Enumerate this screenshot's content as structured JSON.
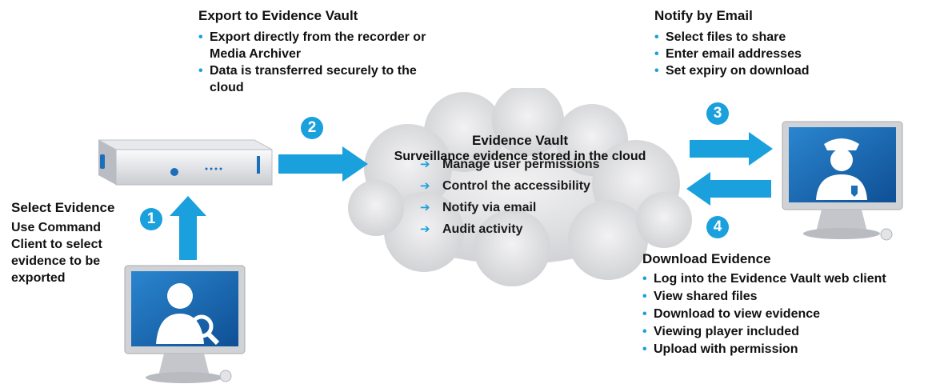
{
  "export": {
    "title": "Export to Evidence Vault",
    "items": [
      "Export directly from the recorder or Media Archiver",
      "Data is transferred securely to the cloud"
    ]
  },
  "notify": {
    "title": "Notify by Email",
    "items": [
      "Select files to share",
      "Enter email addresses",
      "Set expiry on download"
    ]
  },
  "cloud": {
    "title": "Evidence Vault",
    "subtitle": "Surveillance evidence stored in the cloud",
    "items": [
      "Manage user permissions",
      "Control the accessibility",
      "Notify via email",
      "Audit activity"
    ]
  },
  "select": {
    "title": "Select Evidence",
    "text": "Use Command Client to select evidence to be exported"
  },
  "download": {
    "title": "Download Evidence",
    "items": [
      "Log into the Evidence Vault web client",
      "View shared files",
      "Download to view evidence",
      "Viewing player included",
      "Upload with permission"
    ]
  },
  "steps": [
    "1",
    "2",
    "3",
    "4"
  ],
  "colors": {
    "accent": "#1aa0dc",
    "screen": "#1a6fb8",
    "cloud": "#d9dadc"
  },
  "icons": {
    "recorder": "server-appliance-icon",
    "user": "user-search-icon",
    "officer": "police-officer-icon"
  }
}
